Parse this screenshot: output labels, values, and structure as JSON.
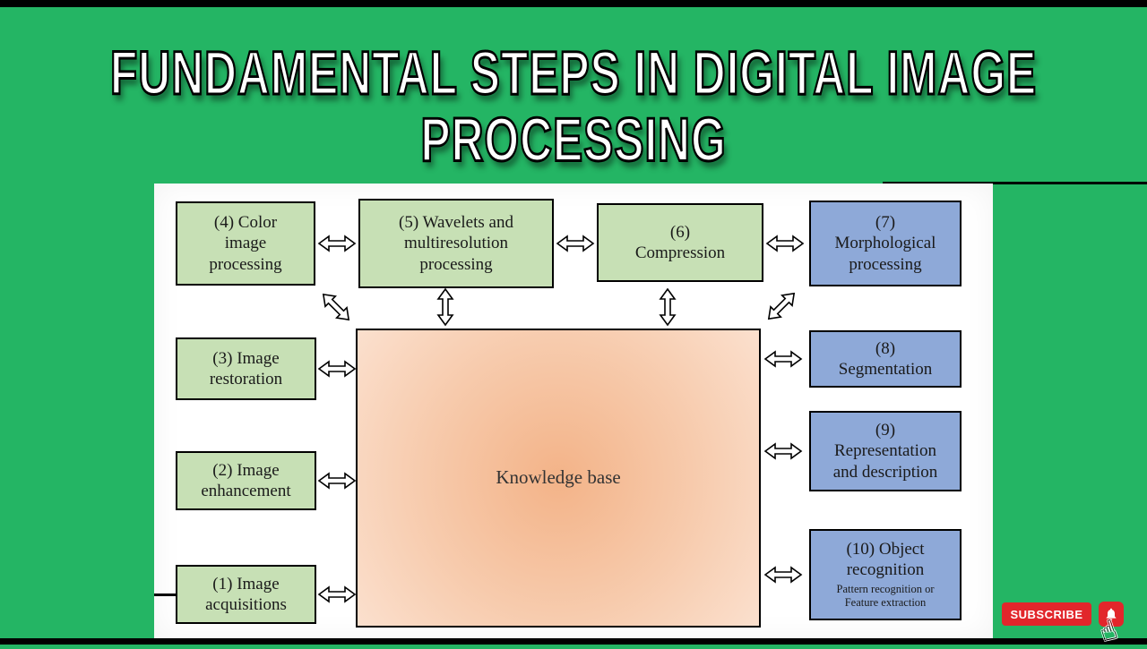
{
  "title": {
    "line1": "FUNDAMENTAL STEPS IN DIGITAL IMAGE",
    "line2": "PROCESSING"
  },
  "diagram": {
    "knowledge_base": "Knowledge base",
    "boxes": {
      "b1": "(1) Image\nacquisitions",
      "b2": "(2) Image\nenhancement",
      "b3": "(3) Image\nrestoration",
      "b4": "(4) Color\nimage\nprocessing",
      "b5": "(5) Wavelets and\nmultiresolution\nprocessing",
      "b6": "(6)\nCompression",
      "b7": "(7)\nMorphological\nprocessing",
      "b8": "(8)\nSegmentation",
      "b9": "(9)\nRepresentation\nand description",
      "b10": "(10) Object\nrecognition",
      "b10_sub": "Pattern recognition or\nFeature extraction"
    }
  },
  "subscribe": {
    "label": "SUBSCRIBE"
  },
  "colors": {
    "background_green": "#24b564",
    "box_green": "#c7e0b5",
    "box_blue": "#8ea9d8",
    "knowledge_base_center": "#f3b388",
    "knowledge_base_edge": "#fbe0ce",
    "subscribe_red": "#e2262b",
    "title_fill": "#ffffff",
    "title_outline": "#000000"
  }
}
